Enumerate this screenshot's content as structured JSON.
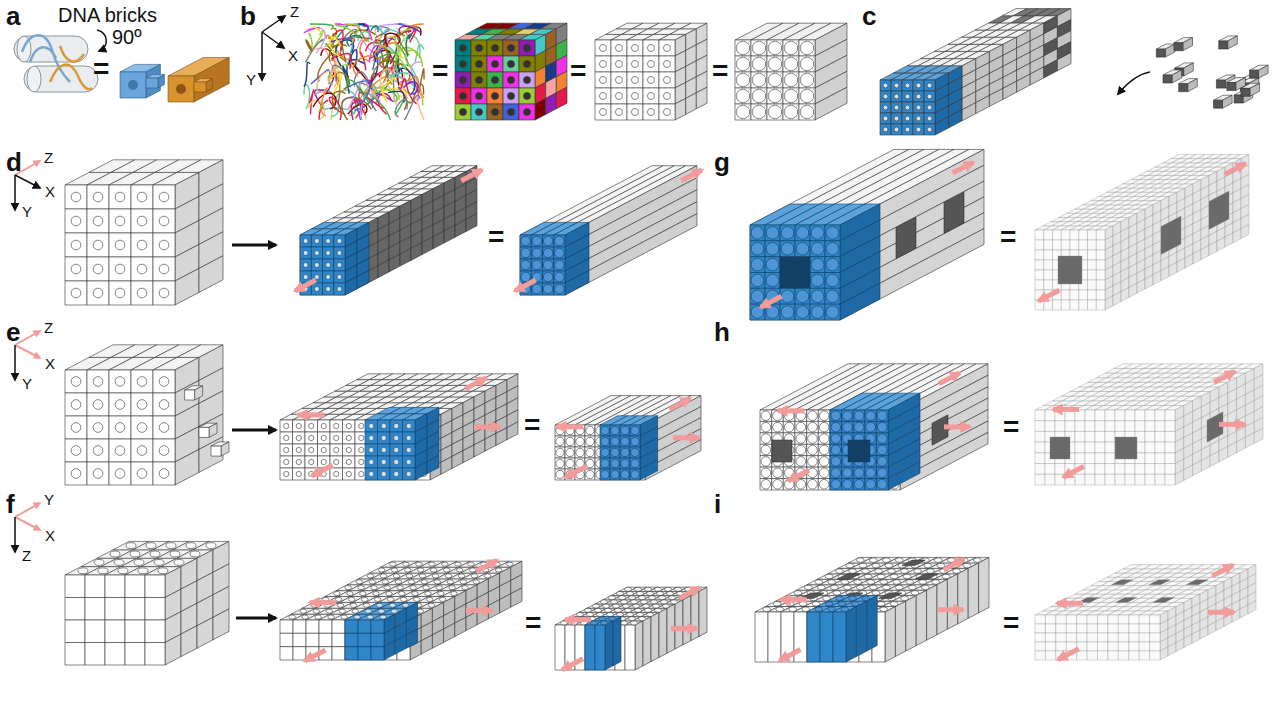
{
  "diagram": {
    "labels": [
      "a",
      "DNA bricks",
      "90º",
      "=",
      "b",
      "Z",
      "X",
      "Y",
      "=",
      "=",
      "=",
      "c",
      "d",
      "Z",
      "X",
      "Y",
      "=",
      "g",
      "=",
      "e",
      "Z",
      "X",
      "Y",
      "=",
      "h",
      "=",
      "f",
      "Y",
      "X",
      "Z",
      "i",
      "=",
      "="
    ]
  }
}
